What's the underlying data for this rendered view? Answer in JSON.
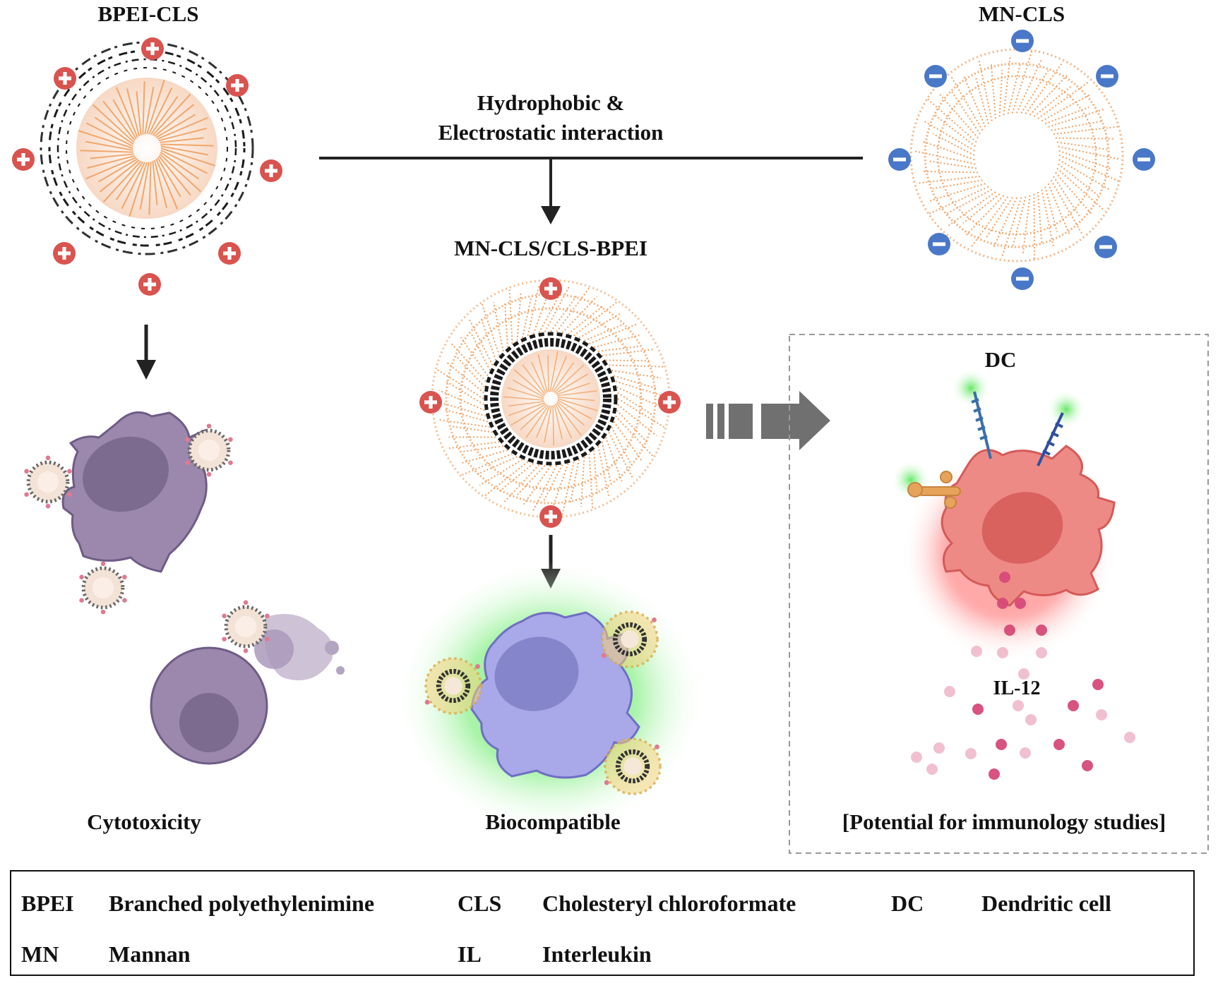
{
  "labels": {
    "bpei_cls": "BPEI-CLS",
    "mn_cls": "MN-CLS",
    "interaction_line1": "Hydrophobic &",
    "interaction_line2": "Electrostatic interaction",
    "complex": "MN-CLS/CLS-BPEI",
    "dc": "DC",
    "il12": "IL-12",
    "cytotoxicity": "Cytotoxicity",
    "biocompatible": "Biocompatible",
    "immunology": "[Potential for immunology studies]"
  },
  "legend": [
    {
      "abbr": "BPEI",
      "term": "Branched polyethylenimine"
    },
    {
      "abbr": "CLS",
      "term": "Cholesteryl chloroformate"
    },
    {
      "abbr": "DC",
      "term": "Dendritic cell"
    },
    {
      "abbr": "MN",
      "term": "Mannan"
    },
    {
      "abbr": "IL",
      "term": "Interleukin"
    }
  ],
  "colors": {
    "positive_charge": "#d9534f",
    "negative_charge": "#4a78c8",
    "chain_orange": "#f0a060",
    "polymer_black": "#1a1a1a",
    "toxic_cell": "#9b88ac",
    "bio_cell": "#a9a8e8",
    "bio_glow": "#6fe86f",
    "dendritic_cell": "#ee8a86",
    "cytokine": "#d64a78",
    "arrow": "#222222",
    "big_arrow": "#707070"
  },
  "icons": [
    "plus-charge-icon",
    "minus-charge-icon",
    "down-arrow-icon",
    "right-arrow-icon",
    "receptor-icon"
  ]
}
